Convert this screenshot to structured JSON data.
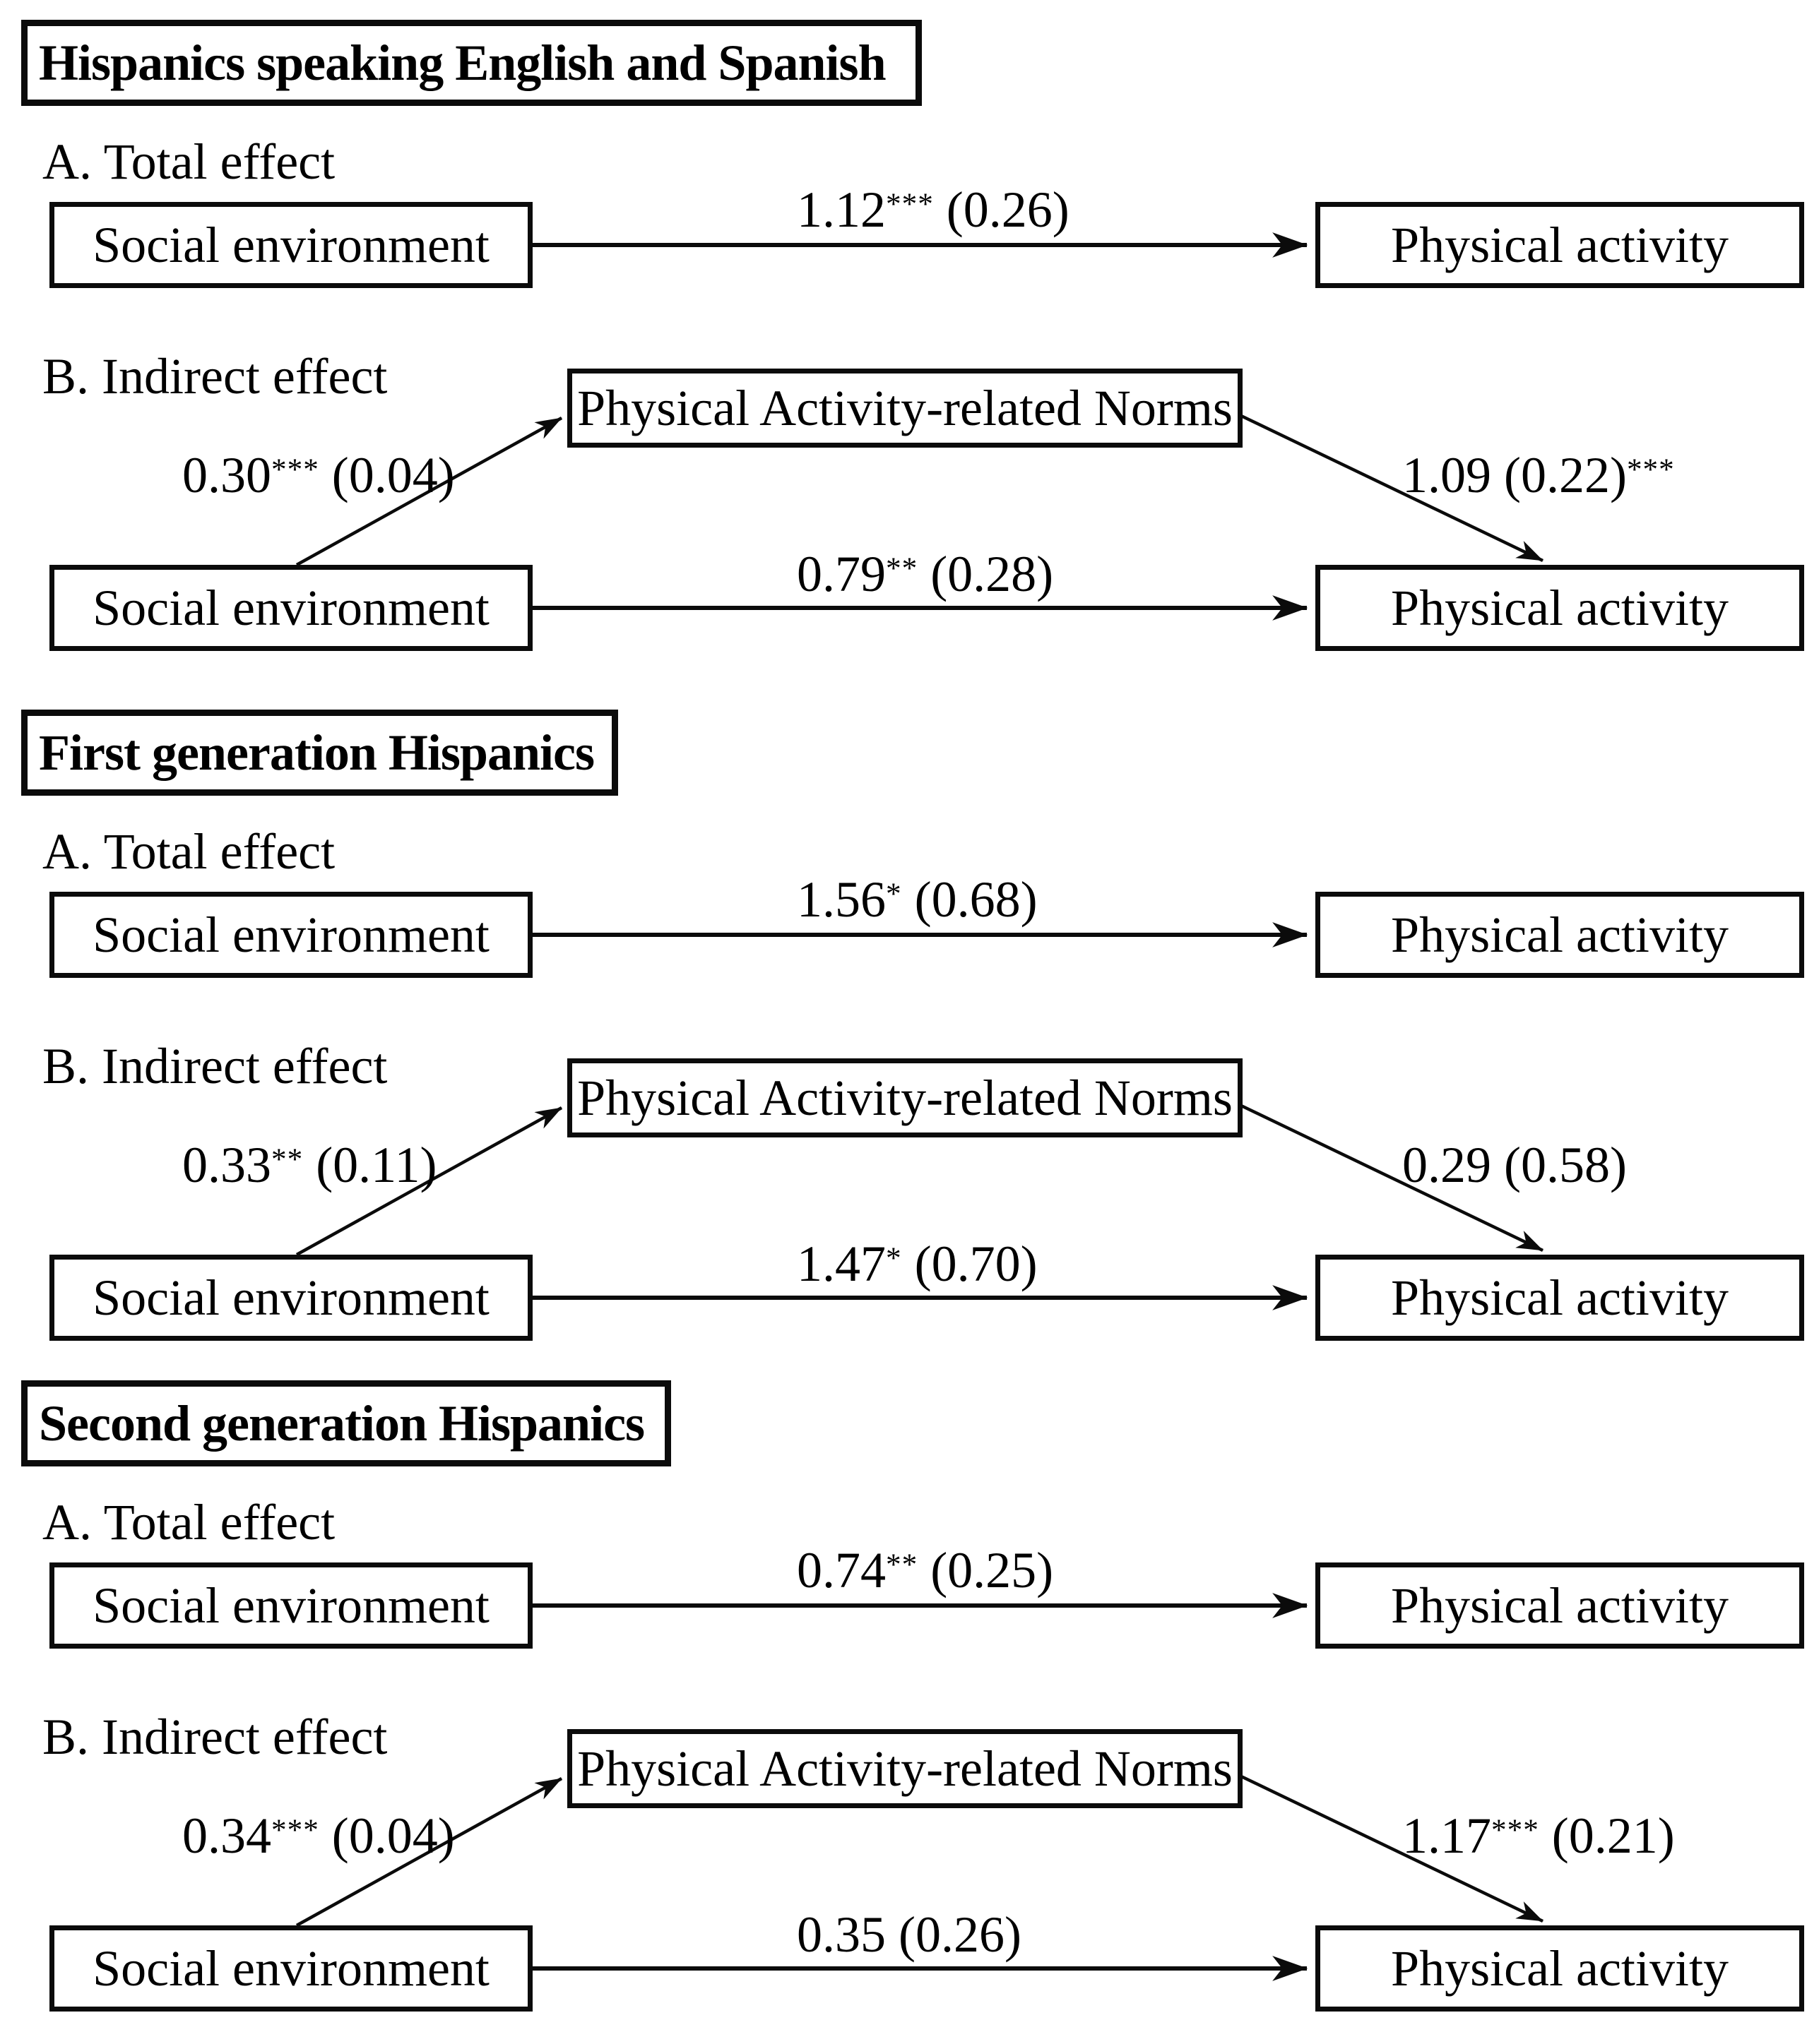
{
  "figure": {
    "background": "#ffffff",
    "ink": "#0b0b0b",
    "node_labels": {
      "exposure": "Social environment",
      "outcome": "Physical activity",
      "mediator": "Physical Activity-related Norms"
    },
    "panel_labels": {
      "total": "A. Total effect",
      "indirect": "B. Indirect effect"
    },
    "groups": [
      {
        "title": "Hispanics speaking English and Spanish",
        "total_effect": "1.12^***^ (0.26)",
        "se_to_mediator": "0.30^***^ (0.04)",
        "mediator_to_pa": "1.09 (0.22)^***^",
        "direct_effect": "0.79^**^ (0.28)"
      },
      {
        "title": "First generation Hispanics",
        "total_effect": "1.56^*^ (0.68)",
        "se_to_mediator": "0.33^**^ (0.11)",
        "mediator_to_pa": "0.29 (0.58)",
        "direct_effect": "1.47^*^ (0.70)"
      },
      {
        "title": "Second generation Hispanics",
        "total_effect": "0.74^**^ (0.25)",
        "se_to_mediator": "0.34^***^ (0.04)",
        "mediator_to_pa": "1.17^***^ (0.21)",
        "direct_effect": "0.35 (0.26)"
      }
    ]
  }
}
